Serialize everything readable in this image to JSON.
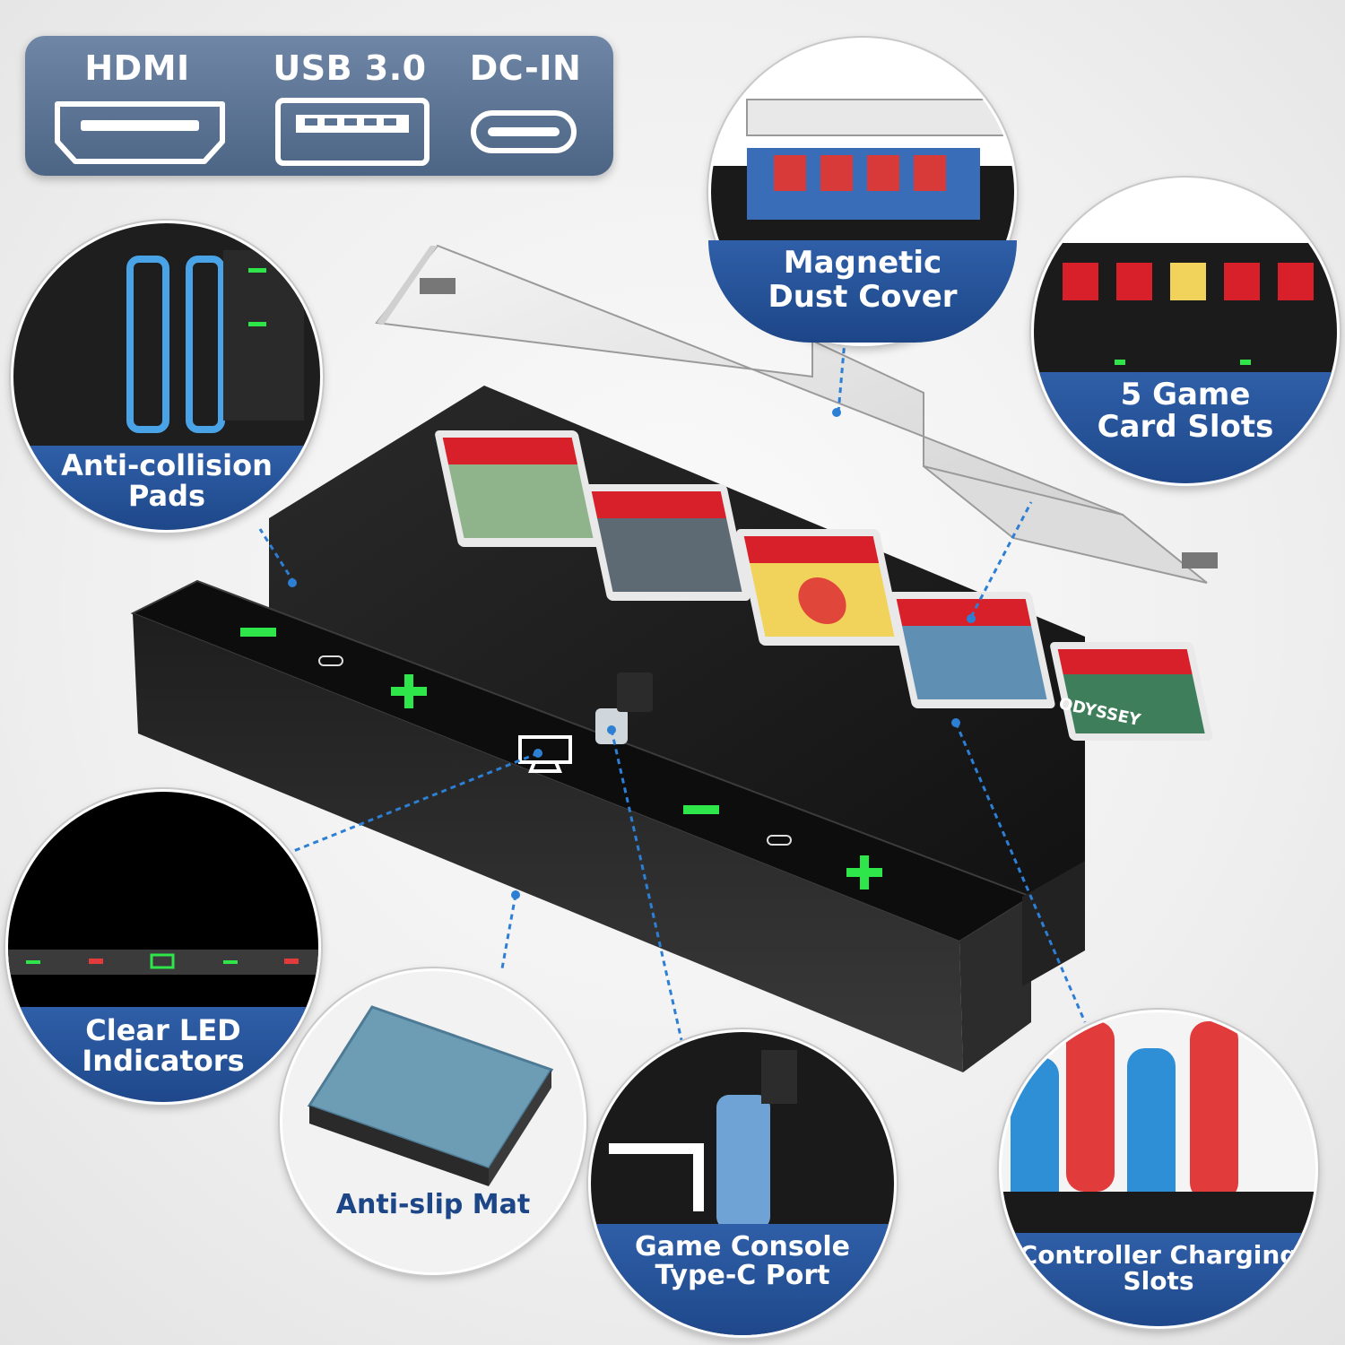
{
  "ports": {
    "hdmi": "HDMI",
    "usb": "USB 3.0",
    "dcin": "DC-IN"
  },
  "features": {
    "magnetic_cover": [
      "Magnetic",
      "Dust Cover"
    ],
    "card_slots": [
      "5 Game",
      "Card Slots"
    ],
    "anti_collision": [
      "Anti-collision",
      "Pads"
    ],
    "led": [
      "Clear LED",
      "Indicators"
    ],
    "anti_slip": "Anti-slip Mat",
    "typec": [
      "Game Console",
      "Type-C Port"
    ],
    "controller": [
      "Controller Charging",
      "Slots"
    ]
  },
  "cards": [
    "ODYSSEY"
  ],
  "colors": {
    "banner_blue": "#1d4688",
    "led_green": "#2ee54a",
    "led_red": "#e23b3b",
    "dock_black": "#1b1b1b",
    "ports_panel": "#5a7293"
  }
}
